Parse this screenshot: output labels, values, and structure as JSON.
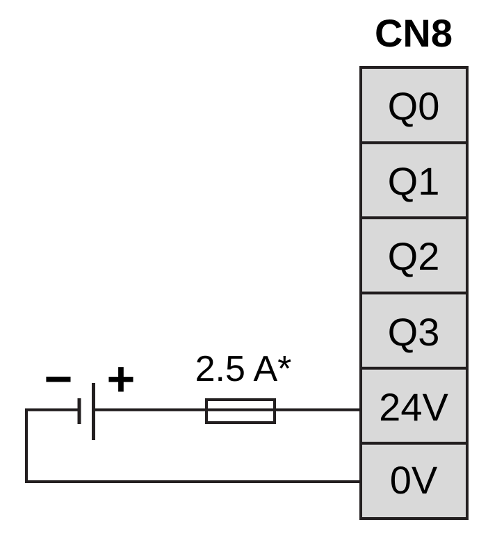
{
  "diagram": {
    "title": "CN8",
    "terminal_block": {
      "connector_label": "CN8",
      "terminals": [
        "Q0",
        "Q1",
        "Q2",
        "Q3",
        "24V",
        "0V"
      ]
    },
    "fuse": {
      "rating_label": "2.5 A*"
    },
    "battery": {
      "positive_label": "+",
      "negative_label": "−"
    },
    "colors": {
      "line": "#231f20",
      "terminal_fill": "#d9d9d9",
      "text": "#000000",
      "background": "#ffffff"
    }
  }
}
